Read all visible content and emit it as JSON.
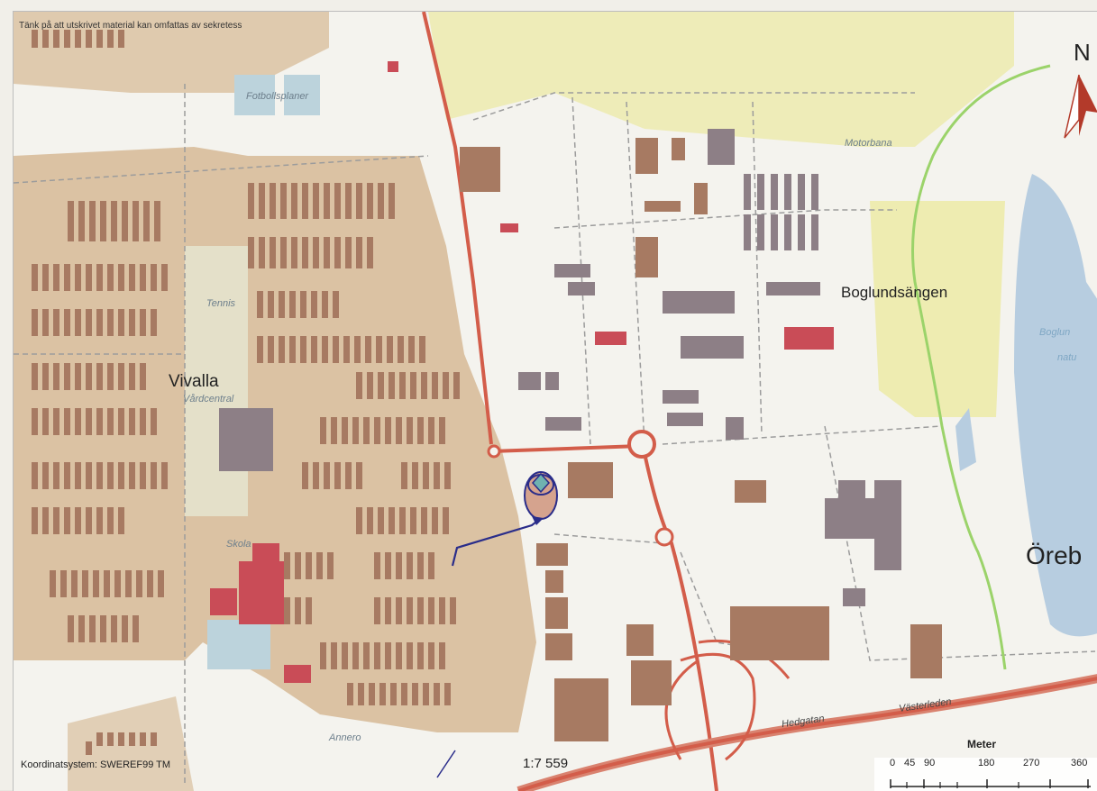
{
  "map": {
    "notice": "Tänk på att utskrivet material kan omfattas av sekretess",
    "coordinate_system": "Koordinatsystem: SWEREF99 TM",
    "scale_ratio": "1:7 559",
    "north_label": "N",
    "scale_bar": {
      "unit": "Meter",
      "ticks": [
        "0",
        "45",
        "90",
        "180",
        "270",
        "360"
      ]
    },
    "place_labels": {
      "vivalla": "Vivalla",
      "vardcentral": "Vårdcentral",
      "boglundsangen": "Boglundsängen",
      "orebro": "Öreb",
      "fotbollsplaner": "Fotbollsplaner",
      "tennis": "Tennis",
      "skola": "Skola",
      "motorbana": "Motorbana",
      "annero": "Annero",
      "hedgatan": "Hedgatan",
      "vasterleden": "Västerleden",
      "boglun": "Boglun",
      "natu": "natu"
    },
    "colors": {
      "residential": "#d9bf9e",
      "building": "#a77a62",
      "building_red": "#c94c57",
      "building_grey": "#8d7f86",
      "road_red": "#d35d4a",
      "water": "#b7cde0",
      "park": "#eceaa6",
      "path": "#9c9c9c",
      "marker": "#2a2d8a",
      "trail_green": "#9bd36a"
    },
    "icons": {
      "north_arrow": "north-arrow-icon",
      "location_marker": "location-marker-icon"
    }
  }
}
